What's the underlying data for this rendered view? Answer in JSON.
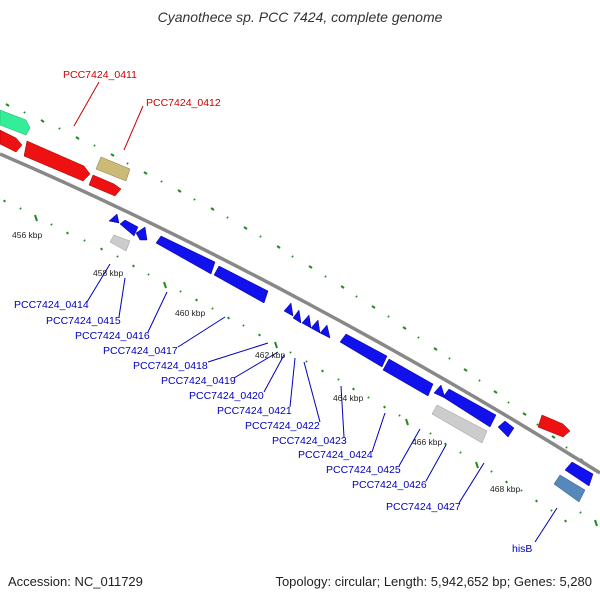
{
  "title": "Cyanothece sp. PCC 7424, complete genome",
  "footer": {
    "accession": "Accession: NC_011729",
    "summary": "Topology: circular; Length: 5,942,652 bp; Genes: 5,280"
  },
  "colors": {
    "forward_label": "#cc0000",
    "reverse_label": "#0000bb",
    "backbone": "#888888",
    "tick": "#228b22"
  },
  "position_markers": [
    "456 kbp",
    "458 kbp",
    "460 kbp",
    "462 kbp",
    "464 kbp",
    "466 kbp",
    "468 kbp"
  ],
  "forward_gene_labels": [
    "PCC7424_0411",
    "PCC7424_0412"
  ],
  "reverse_gene_labels": [
    "PCC7424_0414",
    "PCC7424_0415",
    "PCC7424_0416",
    "PCC7424_0417",
    "PCC7424_0418",
    "PCC7424_0419",
    "PCC7424_0420",
    "PCC7424_0421",
    "PCC7424_0422",
    "PCC7424_0423",
    "PCC7424_0424",
    "PCC7424_0425",
    "PCC7424_0426",
    "PCC7424_0427",
    "hisB"
  ]
}
